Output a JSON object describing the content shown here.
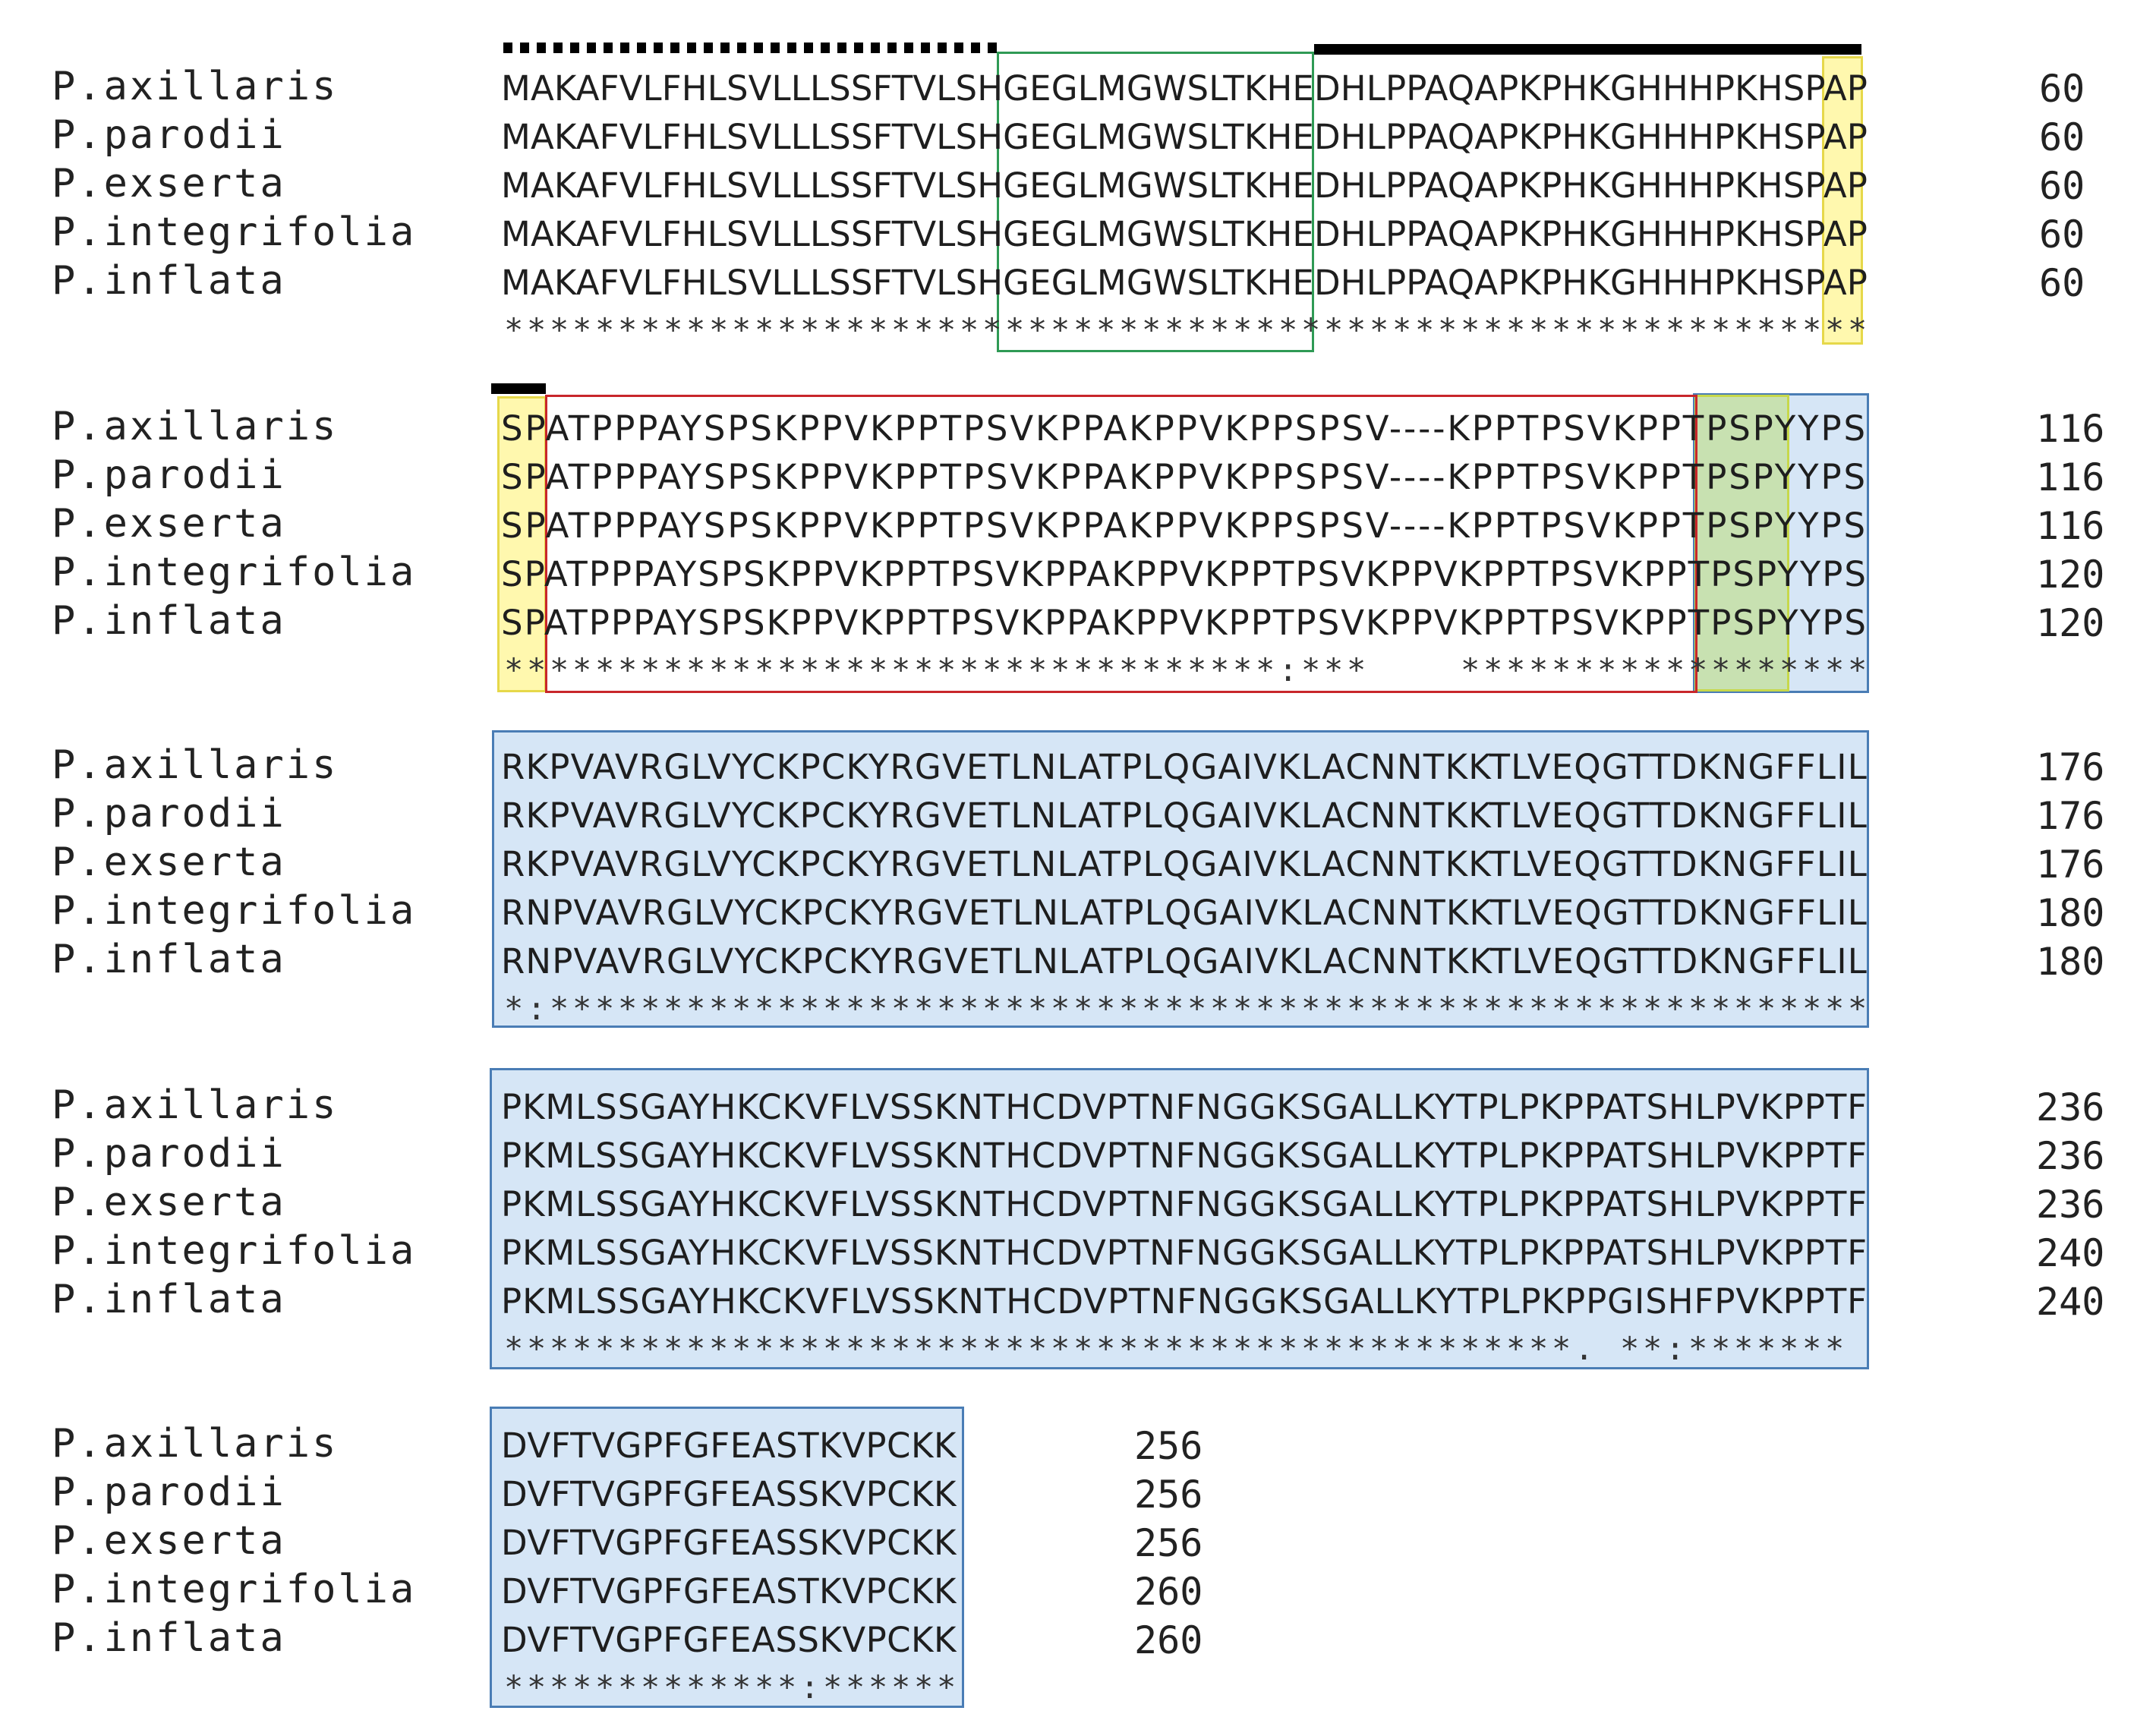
{
  "species": [
    "P.axillaris",
    "P.parodii",
    "P.exserta",
    "P.integrifolia",
    "P.inflata"
  ],
  "blocks": [
    {
      "rows": [
        "MAKAFVLFHLSVLLLSSFTVLSHGEGLMGWSLTKHEDHLPPAQAPKPHKGHHHPKHSPAP",
        "MAKAFVLFHLSVLLLSSFTVLSHGEGLMGWSLTKHEDHLPPAQAPKPHKGHHHPKHSPAP",
        "MAKAFVLFHLSVLLLSSFTVLSHGEGLMGWSLTKHEDHLPPAQAPKPHKGHHHPKHSPAP",
        "MAKAFVLFHLSVLLLSSFTVLSHGEGLMGWSLTKHEDHLPPAQAPKPHKGHHHPKHSPAP",
        "MAKAFVLFHLSVLLLSSFTVLSHGEGLMGWSLTKHEDHLPPAQAPKPHKGHHHPKHSPAP"
      ],
      "numbers": [
        "60",
        "60",
        "60",
        "60",
        "60"
      ],
      "consensus": "************************************************************"
    },
    {
      "rows": [
        "SPATPPPAYSPSKPPVKPPTPSVKPPAKPPVKPPSPSV----KPPTPSVKPPTPSPYYPS",
        "SPATPPPAYSPSKPPVKPPTPSVKPPAKPPVKPPSPSV----KPPTPSVKPPTPSPYYPS",
        "SPATPPPAYSPSKPPVKPPTPSVKPPAKPPVKPPSPSV----KPPTPSVKPPTPSPYYPS",
        "SPATPPPAYSPSKPPVKPPTPSVKPPAKPPVKPPTPSVKPPVKPPTPSVKPPTPSPYYPS",
        "SPATPPPAYSPSKPPVKPPTPSVKPPAKPPVKPPTPSVKPPVKPPTPSVKPPTPSPYYPS"
      ],
      "numbers": [
        "116",
        "116",
        "116",
        "120",
        "120"
      ],
      "consensus": "**********************************:***    ******************"
    },
    {
      "rows": [
        "RKPVAVRGLVYCKPCKYRGVETLNLATPLQGAIVKLACNNTKKTLVEQGTTDKNGFFLIL",
        "RKPVAVRGLVYCKPCKYRGVETLNLATPLQGAIVKLACNNTKKTLVEQGTTDKNGFFLIL",
        "RKPVAVRGLVYCKPCKYRGVETLNLATPLQGAIVKLACNNTKKTLVEQGTTDKNGFFLIL",
        "RNPVAVRGLVYCKPCKYRGVETLNLATPLQGAIVKLACNNTKKTLVEQGTTDKNGFFLIL",
        "RNPVAVRGLVYCKPCKYRGVETLNLATPLQGAIVKLACNNTKKTLVEQGTTDKNGFFLIL"
      ],
      "numbers": [
        "176",
        "176",
        "176",
        "180",
        "180"
      ],
      "consensus": "*:**********************************************************"
    },
    {
      "rows": [
        "PKMLSSGAYHKCKVFLVSSKNTHCDVPTNFNGGKSGALLKYTPLPKPPATSHLPVKPPTF",
        "PKMLSSGAYHKCKVFLVSSKNTHCDVPTNFNGGKSGALLKYTPLPKPPATSHLPVKPPTF",
        "PKMLSSGAYHKCKVFLVSSKNTHCDVPTNFNGGKSGALLKYTPLPKPPATSHLPVKPPTF",
        "PKMLSSGAYHKCKVFLVSSKNTHCDVPTNFNGGKSGALLKYTPLPKPPATSHLPVKPPTF",
        "PKMLSSGAYHKCKVFLVSSKNTHCDVPTNFNGGKSGALLKYTPLPKPPGISHFPVKPPTF"
      ],
      "numbers": [
        "236",
        "236",
        "236",
        "240",
        "240"
      ],
      "consensus": "***********************************************. **:*******"
    },
    {
      "rows": [
        "DVFTVGPFGFEASTKVPCKK",
        "DVFTVGPFGFEASSKVPCKK",
        "DVFTVGPFGFEASSKVPCKK",
        "DVFTVGPFGFEASTKVPCKK",
        "DVFTVGPFGFEASSKVPCKK"
      ],
      "numbers": [
        "256",
        "256",
        "256",
        "260",
        "260"
      ],
      "consensus": "*************:******"
    }
  ],
  "colors": {
    "blue_fill": "#d6e6f6",
    "blue_border": "#4a7db5",
    "yellow": "#fff582",
    "green": "#2f9a55",
    "red": "#c8262b"
  }
}
